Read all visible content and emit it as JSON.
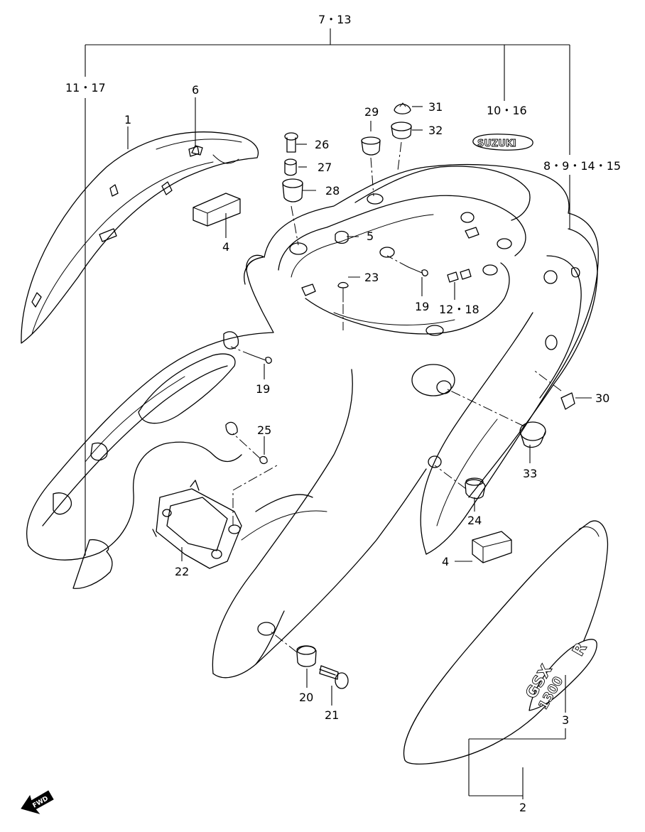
{
  "group_labels": {
    "g7_13": "7・13",
    "g11_17": "11・17",
    "g10_16": "10・16",
    "g8_9_14_15": "8・9・14・15",
    "g12_18": "12・18"
  },
  "part_labels": {
    "p1": "1",
    "p2": "2",
    "p3": "3",
    "p4a": "4",
    "p4b": "4",
    "p5": "5",
    "p6": "6",
    "p19a": "19",
    "p19b": "19",
    "p20": "20",
    "p21": "21",
    "p22": "22",
    "p23": "23",
    "p24": "24",
    "p25": "25",
    "p26": "26",
    "p27": "27",
    "p28": "28",
    "p29": "29",
    "p30": "30",
    "p31": "31",
    "p32": "32",
    "p33": "33"
  },
  "emblems": {
    "brand": "SUZUKI",
    "model_top": "GSX",
    "model_num": "1300",
    "model_r": "R"
  },
  "fwd": "FWD"
}
